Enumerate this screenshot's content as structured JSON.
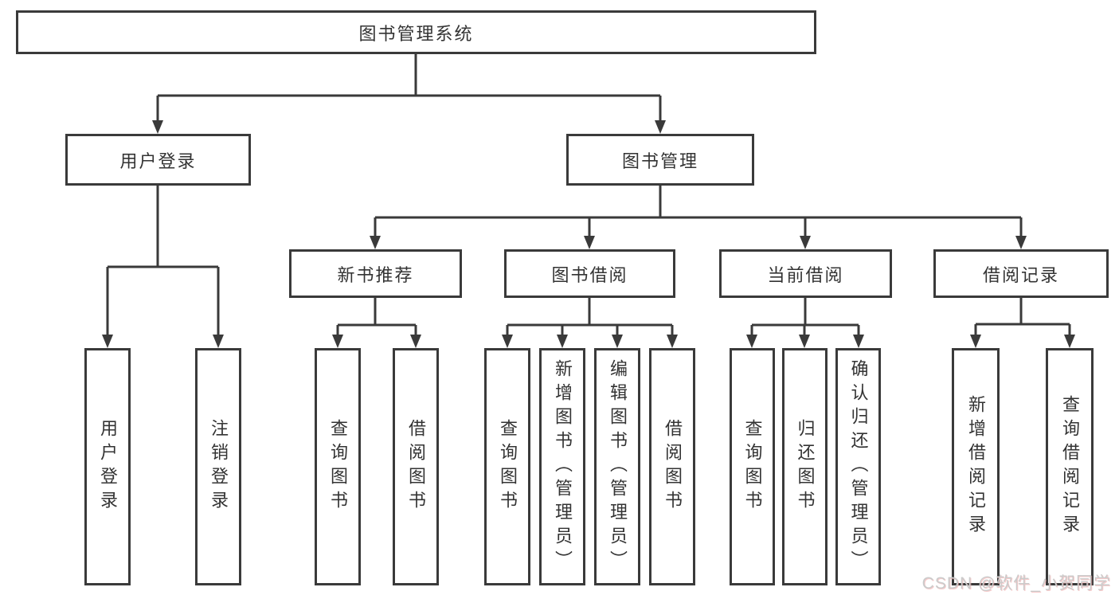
{
  "tree": {
    "root": {
      "label": "图书管理系统"
    },
    "branches": [
      {
        "label": "用户登录",
        "children": [
          {
            "label": "用户登录"
          },
          {
            "label": "注销登录"
          }
        ]
      },
      {
        "label": "图书管理",
        "children": [
          {
            "label": "新书推荐",
            "children": [
              {
                "label": "查询图书"
              },
              {
                "label": "借阅图书"
              }
            ]
          },
          {
            "label": "图书借阅",
            "children": [
              {
                "label": "查询图书"
              },
              {
                "label": "新增图书（管理员）"
              },
              {
                "label": "编辑图书（管理员）"
              },
              {
                "label": "借阅图书"
              }
            ]
          },
          {
            "label": "当前借阅",
            "children": [
              {
                "label": "查询图书"
              },
              {
                "label": "归还图书"
              },
              {
                "label": "确认归还（管理员）"
              }
            ]
          },
          {
            "label": "借阅记录",
            "children": [
              {
                "label": "新增借阅记录"
              },
              {
                "label": "查询借阅记录"
              }
            ]
          }
        ]
      }
    ]
  },
  "watermark": {
    "text": "CSDN @软件_小贺同学"
  },
  "colors": {
    "line": "#3a3a3a",
    "box_border": "#3a3a3a",
    "text": "#333333",
    "background": "#ffffff",
    "watermark": "#cbcbcb"
  }
}
